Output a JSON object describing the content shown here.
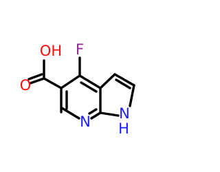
{
  "molecule": {
    "atoms": {
      "F": {
        "symbol": "F",
        "color": "#8f2596"
      },
      "OH": {
        "symbol": "OH",
        "color": "#ff0d0d"
      },
      "O": {
        "symbol": "O",
        "color": "#ff0d0d"
      },
      "N": {
        "symbol": "N",
        "color": "#1a1aff"
      },
      "NH": {
        "symbol": "N",
        "color": "#1a1aff"
      },
      "H": {
        "symbol": "H",
        "color": "#1a1aff"
      }
    }
  }
}
